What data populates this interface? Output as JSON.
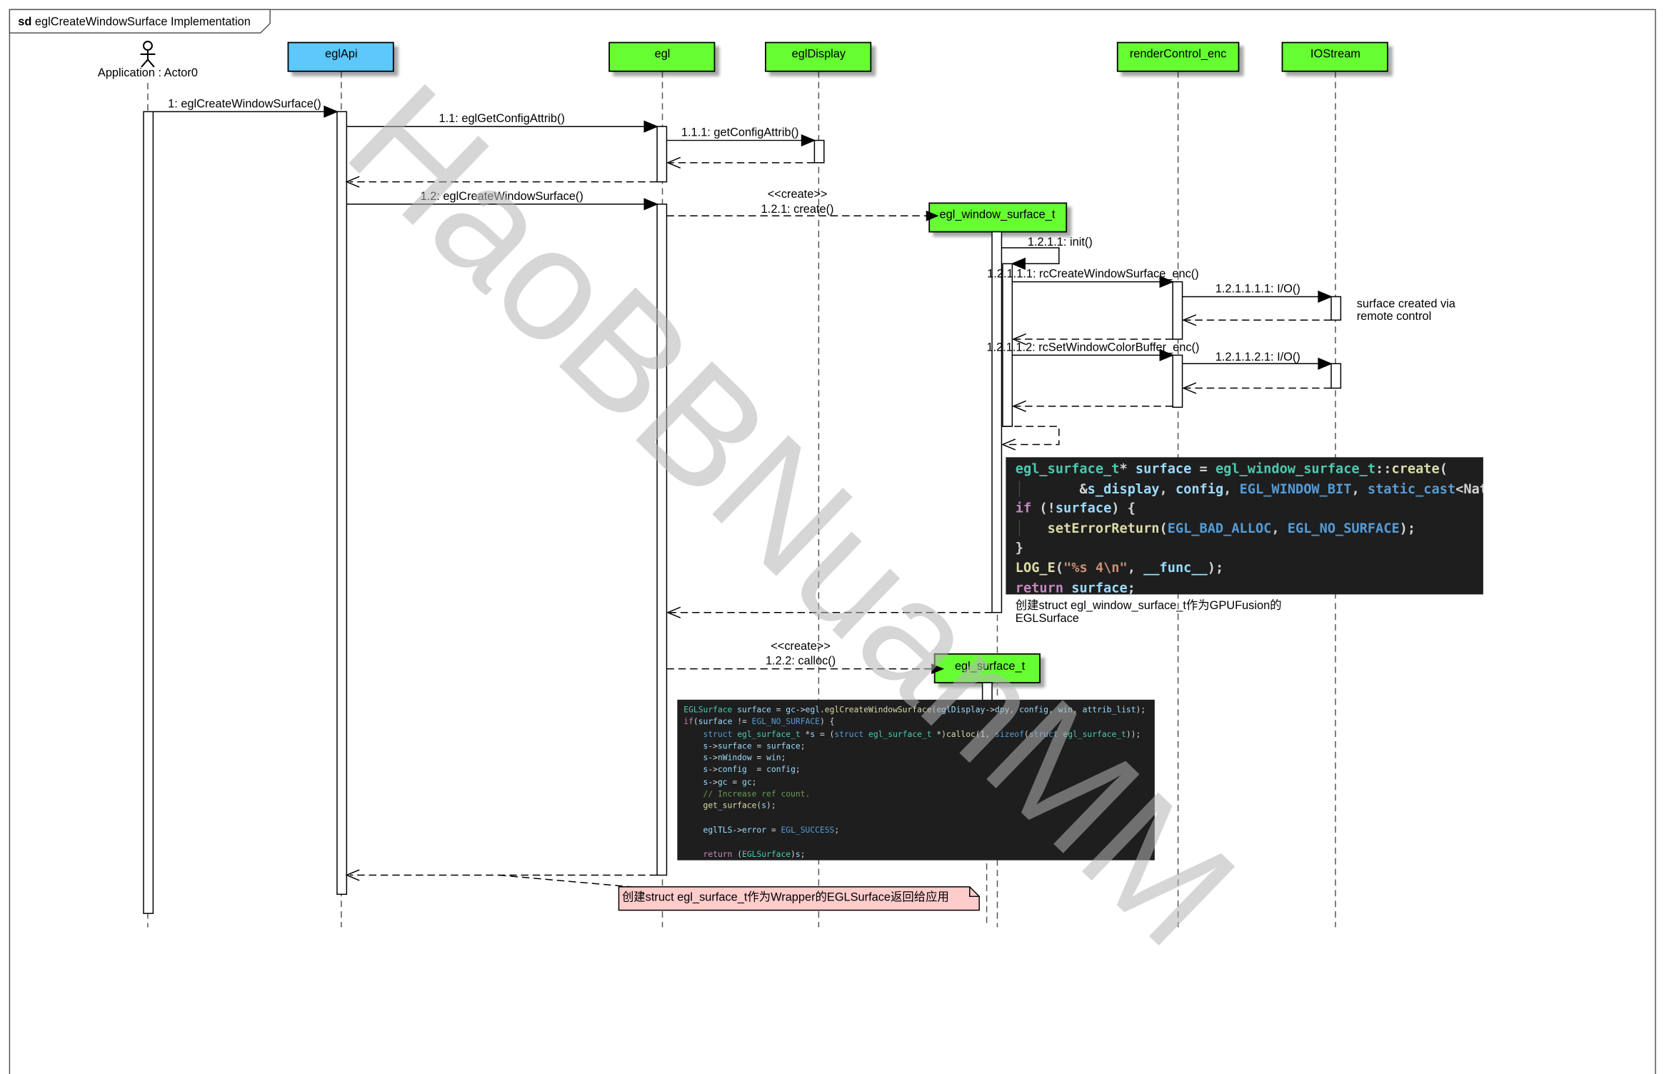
{
  "frame": {
    "kind": "sd",
    "title": "eglCreateWindowSurface Implementation"
  },
  "actor": {
    "label": "Application : Actor0"
  },
  "participants": [
    {
      "id": "eglApi",
      "label": "eglApi",
      "color": "#5bc8fb"
    },
    {
      "id": "egl",
      "label": "egl",
      "color": "#66ff33"
    },
    {
      "id": "eglDisplay",
      "label": "eglDisplay",
      "color": "#66ff33"
    },
    {
      "id": "renderControl_enc",
      "label": "renderControl_enc",
      "color": "#66ff33"
    },
    {
      "id": "IOStream",
      "label": "IOStream",
      "color": "#66ff33"
    },
    {
      "id": "egl_window_surface_t",
      "label": "egl_window_surface_t",
      "color": "#66ff33"
    },
    {
      "id": "egl_surface_t",
      "label": "egl_surface_t",
      "color": "#66ff33"
    }
  ],
  "messages": [
    {
      "id": "m1",
      "label": "1: eglCreateWindowSurface()"
    },
    {
      "id": "m1_1",
      "label": "1.1: eglGetConfigAttrib()"
    },
    {
      "id": "m1_1_1",
      "label": "1.1.1: getConfigAttrib()"
    },
    {
      "id": "m1_2",
      "label": "1.2: eglCreateWindowSurface()"
    },
    {
      "id": "m1_2_1_stereo",
      "label": "<<create>>"
    },
    {
      "id": "m1_2_1",
      "label": "1.2.1: create()"
    },
    {
      "id": "m1_2_1_1",
      "label": "1.2.1.1: init()"
    },
    {
      "id": "m1_2_1_1_1",
      "label": "1.2.1.1.1: rcCreateWindowSurface_enc()"
    },
    {
      "id": "m1_2_1_1_1_1",
      "label": "1.2.1.1.1.1: I/O()"
    },
    {
      "id": "m1_2_1_1_2",
      "label": "1.2.1.1.2: rcSetWindowColorBuffer_enc()"
    },
    {
      "id": "m1_2_1_1_2_1",
      "label": "1.2.1.1.2.1: I/O()"
    },
    {
      "id": "m1_2_2_stereo",
      "label": "<<create>>"
    },
    {
      "id": "m1_2_2",
      "label": "1.2.2: calloc()"
    }
  ],
  "notes": {
    "surface_created": [
      "surface created via",
      "remote control"
    ],
    "window_surface_note": [
      "创建struct egl_window_surface_t作为GPUFusion的",
      "EGLSurface"
    ],
    "wrapper_note": "创建struct egl_surface_t作为Wrapper的EGLSurface返回给应用"
  },
  "code_snippets": {
    "window_surface_create": [
      "egl_surface_t* surface = egl_window_surface_t::create(",
      "        &s_display, config, EGL_WINDOW_BIT, static_cast<Nat",
      "if (!surface) {",
      "    setErrorReturn(EGL_BAD_ALLOC, EGL_NO_SURFACE);",
      "}",
      "LOG_E(\"%s 4\\n\", __func__);",
      "return surface;"
    ],
    "wrapper_surface": [
      "EGLSurface surface = gc->egl.eglCreateWindowSurface(eglDisplay->dpy, config, win, attrib_list);",
      "if(surface != EGL_NO_SURFACE) {",
      "    struct egl_surface_t *s = (struct egl_surface_t *)calloc(1, sizeof(struct egl_surface_t));",
      "    s->surface = surface;",
      "    s->nWindow = win;",
      "    s->config  = config;",
      "    s->gc = gc;",
      "    // Increase ref count.",
      "    get_surface(s);",
      "",
      "    eglTLS->error = EGL_SUCCESS;",
      "",
      "    return (EGLSurface)s;"
    ]
  },
  "watermark": "HaoBBNuanMM"
}
